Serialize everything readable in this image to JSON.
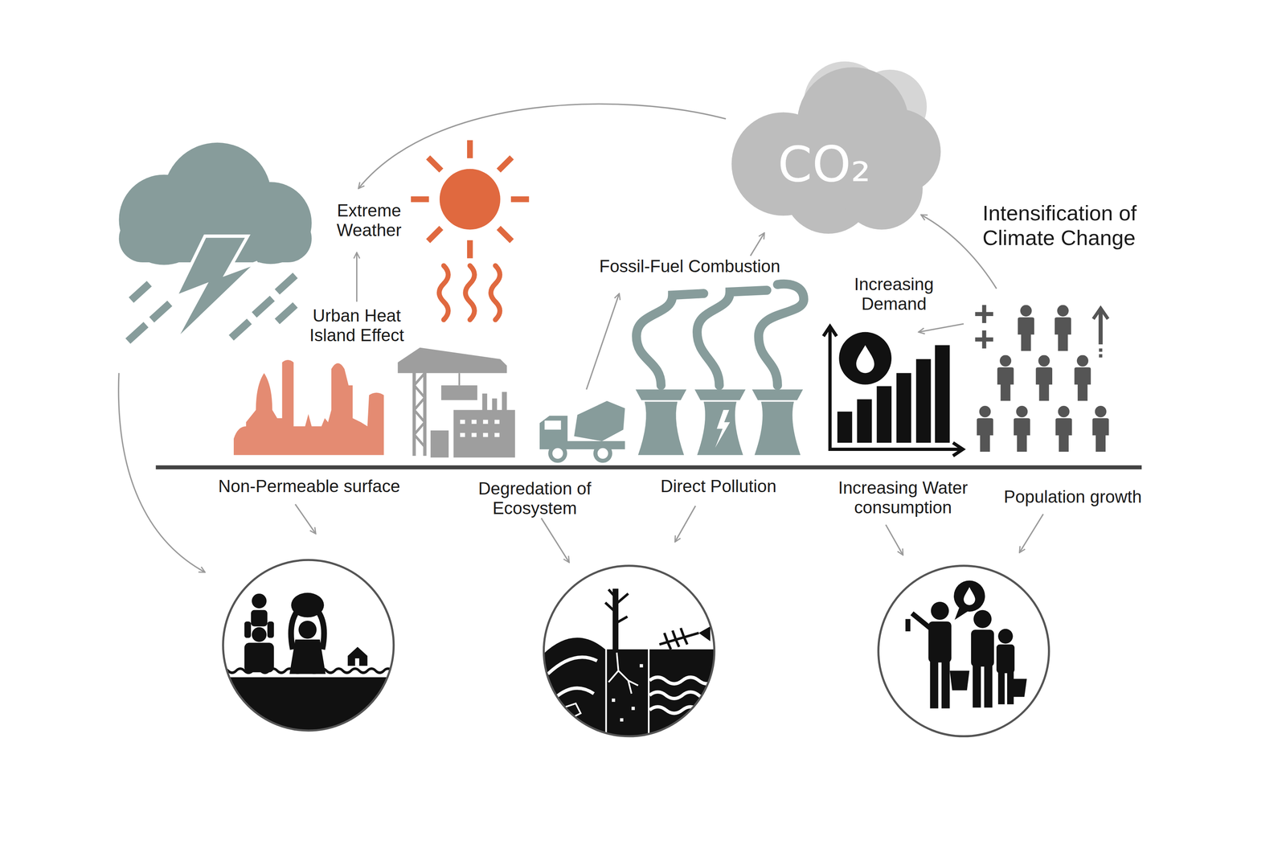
{
  "diagram": {
    "nodes": [
      {
        "text": [
          "CO₂"
        ]
      }
    ],
    "labels": [
      "Extreme Weather",
      "Urban Heat Island Effect",
      "Fossil-Fuel Combustion",
      "Increasing Demand",
      "Intensification of Climate Change",
      "Non-Permeable surface",
      "Degredation of Ecosystem",
      "Direct Pollution",
      "Increasing Water consumption",
      "Population growth"
    ]
  }
}
